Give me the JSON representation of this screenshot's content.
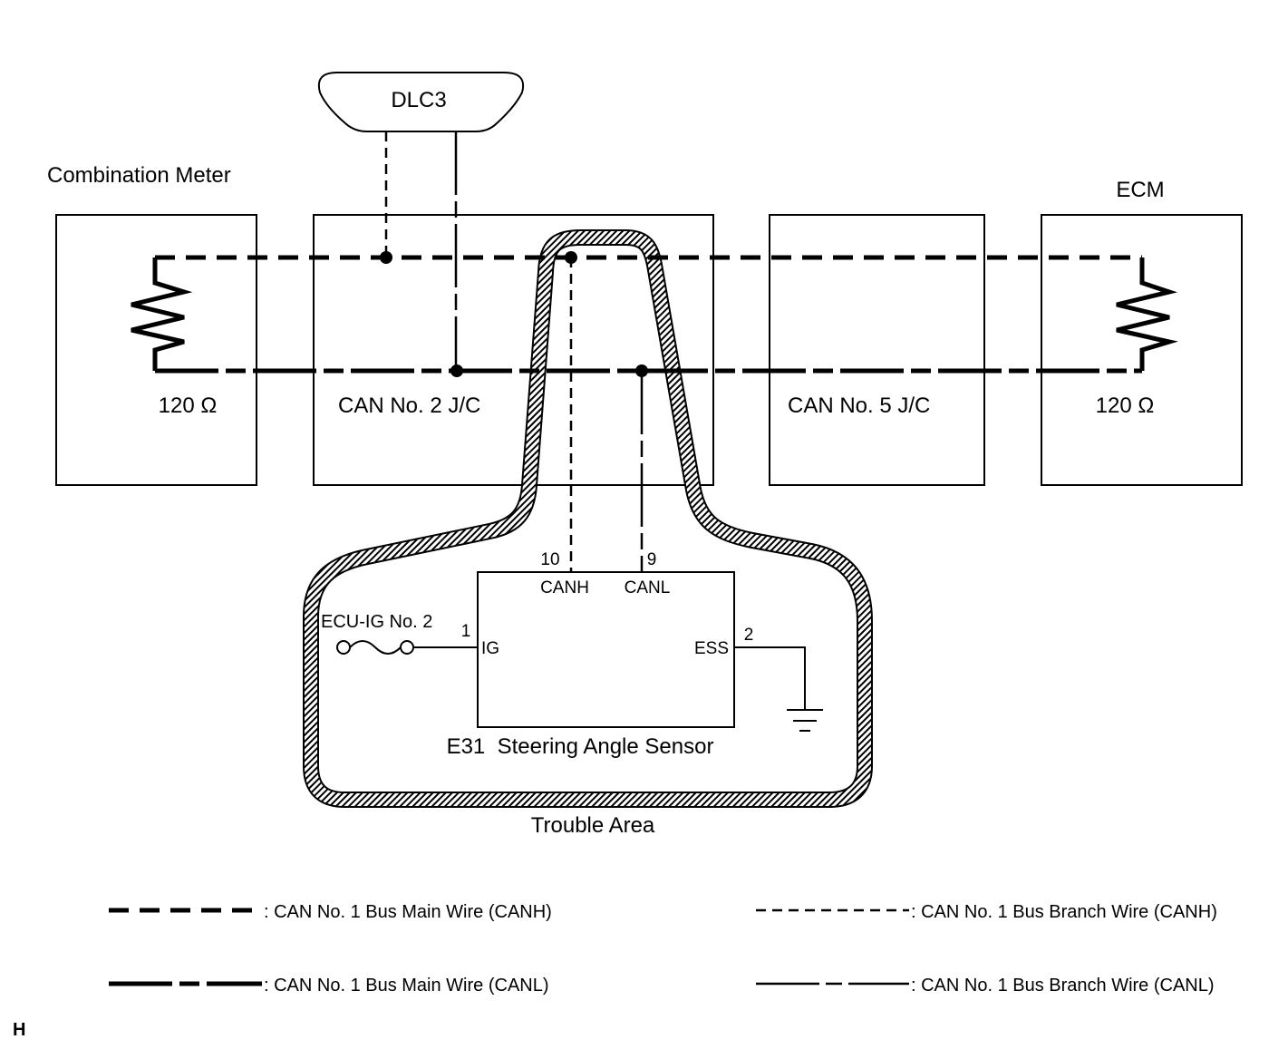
{
  "diagram": {
    "dlc3": {
      "label": "DLC3"
    },
    "combination_meter": {
      "label": "Combination Meter",
      "resistance": "120 Ω"
    },
    "can2_jc": {
      "label": "CAN No. 2 J/C"
    },
    "can5_jc": {
      "label": "CAN No. 5 J/C"
    },
    "ecm": {
      "label": "ECM",
      "resistance": "120 Ω"
    },
    "sensor": {
      "title": "E31  Steering Angle Sensor",
      "pins": {
        "canh": {
          "number": "10",
          "name": "CANH"
        },
        "canl": {
          "number": "9",
          "name": "CANL"
        },
        "ig": {
          "number": "1",
          "name": "IG"
        },
        "ess": {
          "number": "2",
          "name": "ESS"
        }
      }
    },
    "fuse": {
      "label": "ECU-IG No. 2"
    },
    "trouble_area": {
      "label": "Trouble Area"
    }
  },
  "legend": [
    {
      "label": ": CAN No. 1 Bus Main Wire (CANH)"
    },
    {
      "label": ": CAN No. 1 Bus Branch Wire (CANH)"
    },
    {
      "label": ": CAN No. 1 Bus Main Wire (CANL)"
    },
    {
      "label": ": CAN No. 1 Bus Branch Wire (CANL)"
    }
  ],
  "corner_mark": "H"
}
